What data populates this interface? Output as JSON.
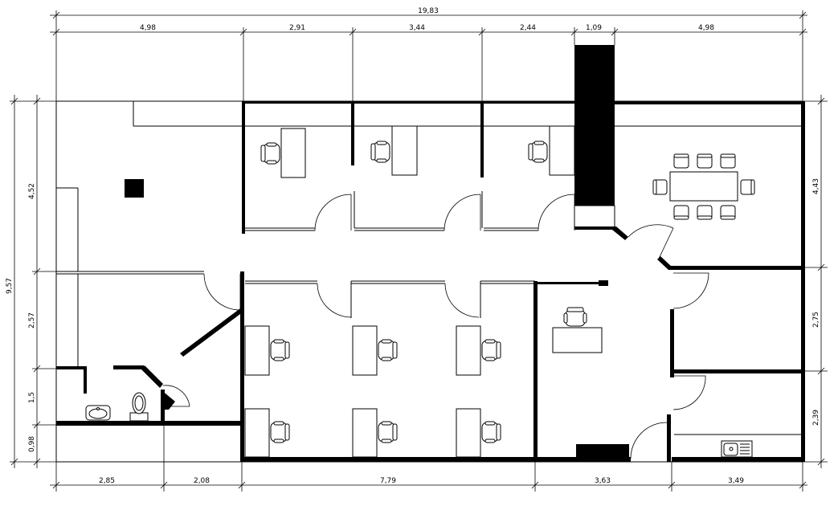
{
  "dimensions": {
    "top_total": "19,83",
    "top": [
      "4,98",
      "2,91",
      "3,44",
      "2,44",
      "1,09",
      "4,98"
    ],
    "bottom": [
      "2,85",
      "2,08",
      "7,79",
      "3,63",
      "3,49"
    ],
    "left_total": "9,57",
    "left": [
      "4,52",
      "2,57",
      "1,5",
      "0,98"
    ],
    "right": [
      "4,43",
      "2,75",
      "2,39"
    ]
  }
}
